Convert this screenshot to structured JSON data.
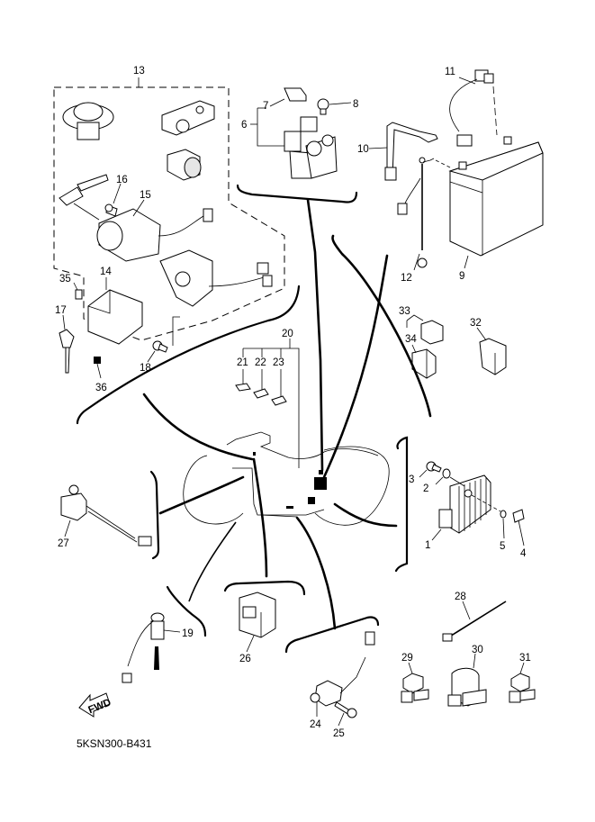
{
  "diagram": {
    "title": "Electrical parts exploded view",
    "drawing_code": "5KSN300-B431",
    "direction_marker": "FWD",
    "callouts": {
      "c1": "1",
      "c2": "2",
      "c3": "3",
      "c4": "4",
      "c5": "5",
      "c6": "6",
      "c7": "7",
      "c8": "8",
      "c9": "9",
      "c10": "10",
      "c11": "11",
      "c12": "12",
      "c13": "13",
      "c14": "14",
      "c15": "15",
      "c16": "16",
      "c17": "17",
      "c18": "18",
      "c19": "19",
      "c20": "20",
      "c21": "21",
      "c22": "22",
      "c23": "23",
      "c24": "24",
      "c25": "25",
      "c26": "26",
      "c27": "27",
      "c28": "28",
      "c29": "29",
      "c30": "30",
      "c31": "31",
      "c32": "32",
      "c33": "33",
      "c34": "34",
      "c35": "35",
      "c36": "36"
    },
    "groups": {
      "main_switch_set": {
        "callout": "13",
        "members": [
          "14",
          "15",
          "16",
          "17",
          "18",
          "35",
          "36"
        ]
      },
      "starter_relay": {
        "callout": "6",
        "members": [
          "7"
        ]
      },
      "fuse_set": {
        "callout": "20",
        "members": [
          "21",
          "22",
          "23"
        ]
      },
      "relay_assy": {
        "callout": "33",
        "members": [
          "34"
        ]
      }
    }
  }
}
